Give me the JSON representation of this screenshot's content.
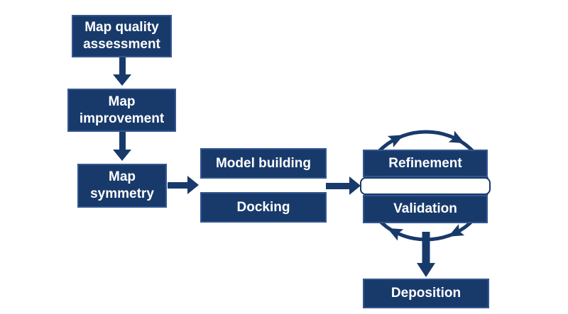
{
  "colors": {
    "accent": "#183a6b",
    "box_border": "#33568f",
    "text": "#ffffff",
    "background": "#ffffff"
  },
  "nodes": {
    "map_quality": {
      "label": "Map quality\nassessment"
    },
    "map_improvement": {
      "label": "Map\nimprovement"
    },
    "map_symmetry": {
      "label": "Map\nsymmetry"
    },
    "model_building": {
      "label": "Model building"
    },
    "docking": {
      "label": "Docking"
    },
    "refinement": {
      "label": "Refinement"
    },
    "validation": {
      "label": "Validation"
    },
    "deposition": {
      "label": "Deposition"
    }
  },
  "edges": [
    {
      "from": "map_quality",
      "to": "map_improvement",
      "direction": "down"
    },
    {
      "from": "map_improvement",
      "to": "map_symmetry",
      "direction": "down"
    },
    {
      "from": "map_symmetry",
      "to": "model_building_docking",
      "direction": "right"
    },
    {
      "from": "model_building_docking",
      "to": "refinement_validation",
      "direction": "right"
    },
    {
      "from": "refinement",
      "to": "validation",
      "direction": "cycle-clockwise",
      "arrowheads": 4
    },
    {
      "from": "refinement_validation_cycle",
      "to": "deposition",
      "direction": "down"
    }
  ]
}
